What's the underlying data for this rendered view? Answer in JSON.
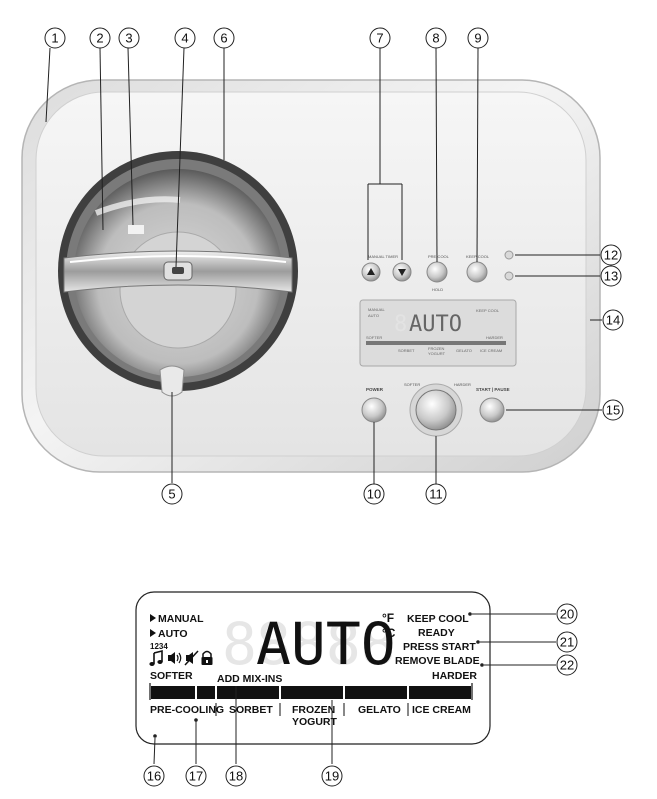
{
  "callouts": [
    "1",
    "2",
    "3",
    "4",
    "6",
    "7",
    "8",
    "9",
    "12",
    "13",
    "14",
    "15",
    "5",
    "10",
    "11",
    "20",
    "21",
    "22",
    "16",
    "17",
    "18",
    "19"
  ],
  "panel": {
    "manual_timer": "MANUAL TIMER",
    "pre_cool": "PRE-COOL",
    "keep_cool": "KEEP COOL",
    "hold": "HOLD",
    "power": "POWER",
    "start_pause": "START | PAUSE",
    "softer_dial": "SOFTER",
    "harder_dial": "HARDER"
  },
  "mini_lcd": {
    "manual": "MANUAL",
    "auto": "AUTO",
    "keep_cool": "KEEP COOL",
    "softer": "SOFTER",
    "harder": "HARDER",
    "main": "AUTO",
    "sorbet": "SORBET",
    "frozen": "FROZEN",
    "yogurt": "YOGURT",
    "gelato": "GELATO",
    "ice_cream": "ICE CREAM"
  },
  "lcd": {
    "manual": "MANUAL",
    "auto": "AUTO",
    "timer_digits": "1234",
    "main_text": "AUTO",
    "ghost_digit": "8",
    "deg_f": "°F",
    "deg_c": "°C",
    "keep_cool": "KEEP COOL",
    "ready": "READY",
    "press_start": "PRESS START",
    "remove_blade": "REMOVE BLADE",
    "softer": "SOFTER",
    "add_mix_ins": "ADD MIX-INS",
    "harder": "HARDER",
    "pre_cooling": "PRE-COOLING",
    "sorbet": "SORBET",
    "frozen": "FROZEN",
    "yogurt": "YOGURT",
    "gelato": "GELATO",
    "ice_cream": "ICE CREAM"
  },
  "icons": [
    "music-note-icon",
    "speaker-on-icon",
    "speaker-mute-icon",
    "lock-icon",
    "arrow-up-icon",
    "arrow-down-icon"
  ]
}
